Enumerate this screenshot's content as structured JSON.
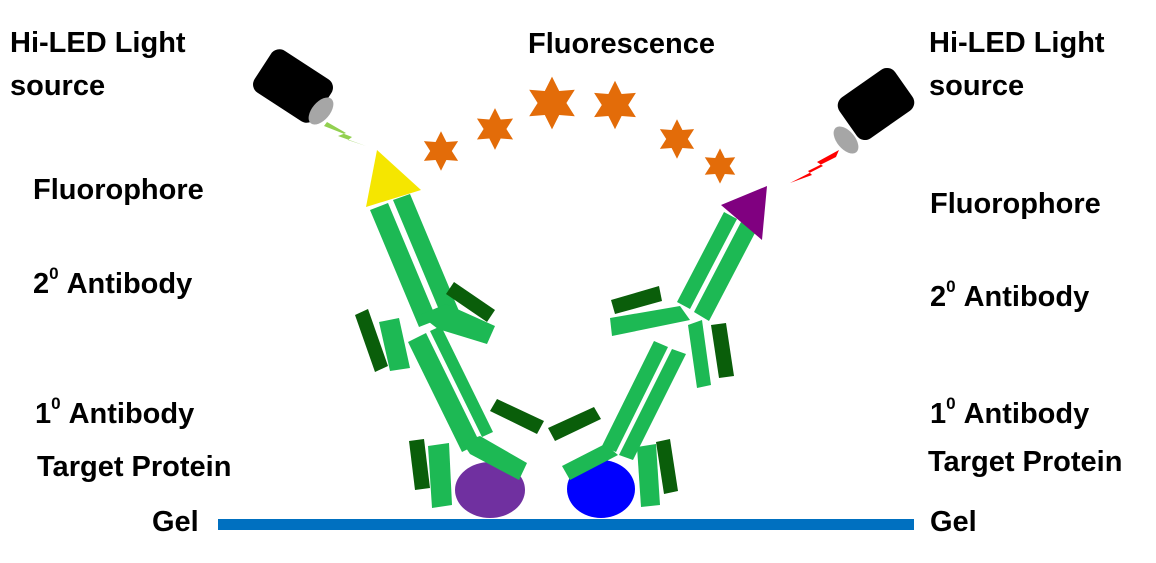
{
  "labels": {
    "light_source_left_1": "Hi-LED Light",
    "light_source_left_2": "source",
    "light_source_right_1": "Hi-LED Light",
    "light_source_right_2": "source",
    "fluorescence": "Fluorescence",
    "fluorophore_left": "Fluorophore",
    "fluorophore_right": "Fluorophore",
    "secondary_antibody_left": {
      "num": "2",
      "sup": "0",
      "text": " Antibody"
    },
    "secondary_antibody_right": {
      "num": "2",
      "sup": "0",
      "text": " Antibody"
    },
    "primary_antibody_left": {
      "num": "1",
      "sup": "0",
      "text": " Antibody"
    },
    "primary_antibody_right": {
      "num": "1",
      "sup": "0",
      "text": " Antibody"
    },
    "target_protein_left": "Target Protein",
    "target_protein_right": "Target Protein",
    "gel_left": "Gel",
    "gel_right": "Gel"
  },
  "colors": {
    "antibody": "#1db954",
    "antibody_dark": "#0a5e0a",
    "fluorophore_left": "#f5e600",
    "fluorophore_right": "#800080",
    "emission": "#e36c09",
    "protein_left": "#7030a0",
    "protein_right": "#0000ff",
    "gel": "#0070c0",
    "beam_left": "#92d050",
    "beam_right": "#ff0000"
  }
}
